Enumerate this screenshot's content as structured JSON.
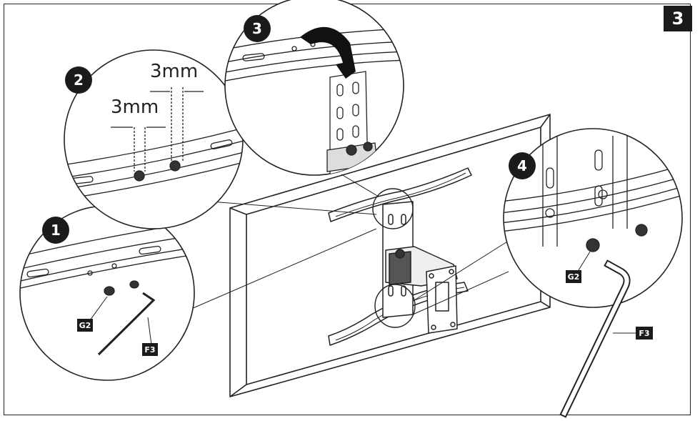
{
  "page_step": "3",
  "steps": [
    {
      "number": "1"
    },
    {
      "number": "2"
    },
    {
      "number": "3"
    },
    {
      "number": "4"
    }
  ],
  "measurements": {
    "gap_upper": "3mm",
    "gap_lower": "3mm"
  },
  "part_labels": {
    "screw_step1": "G2",
    "key_step1": "F3",
    "screw_step4": "G2",
    "key_step4": "F3"
  }
}
